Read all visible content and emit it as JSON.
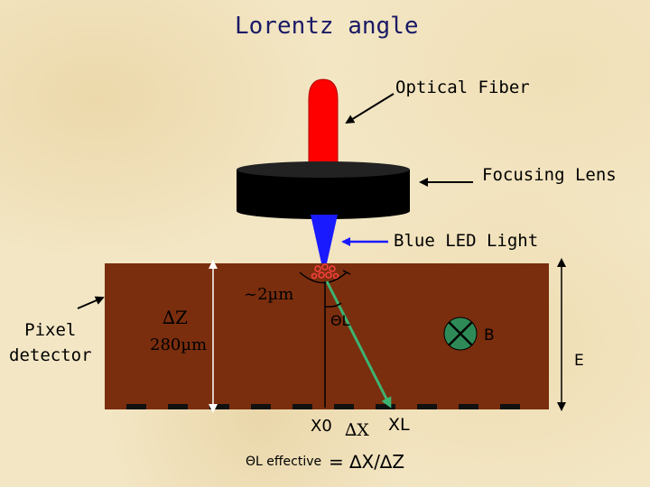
{
  "title": "Lorentz angle",
  "labels": {
    "optical_fiber": "Optical Fiber",
    "focusing_lens": "Focusing Lens",
    "blue_led_light": "Blue LED Light",
    "pixel_detector": [
      "Pixel",
      "detector"
    ],
    "delta_z": "∆Z",
    "thickness": "280µm",
    "spot_size": "~2µm",
    "theta_l": "ΘL",
    "b_field": "B",
    "e_field": "E",
    "x0": "X0",
    "delta_x": "∆X",
    "xl": "XL",
    "formula_theta": "ΘL effective",
    "formula_rhs": "= ∆X/∆Z"
  },
  "colors": {
    "background": "#f3e6c4",
    "detector": "#7a2e0e",
    "fiber": "#ff0000",
    "lens": "#000000",
    "led_beam": "#1a1aff",
    "drift_line": "#3cb371",
    "b_symbol": "#2e8b57",
    "title": "#1a1a66",
    "carriers": "#ff4040"
  }
}
